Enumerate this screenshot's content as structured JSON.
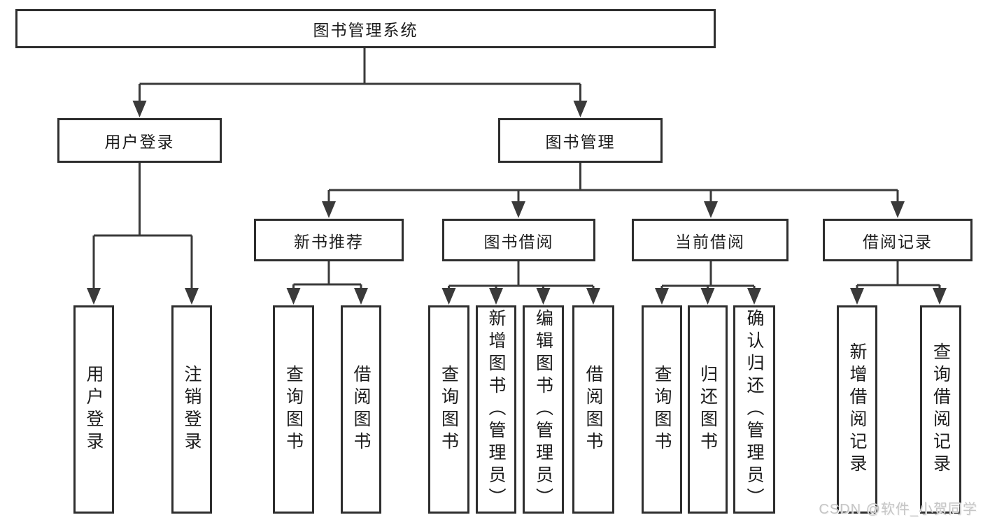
{
  "colors": {
    "line": "#3a3a3a",
    "box_border": "#2e2e2e",
    "box_fill": "#ffffff",
    "text": "#1c1c1c",
    "watermark": "#c6c6c6",
    "background": "#ffffff"
  },
  "nodes": {
    "root": {
      "label": "图书管理系统"
    },
    "level2": [
      {
        "label": "用户登录"
      },
      {
        "label": "图书管理"
      }
    ],
    "level3": [
      {
        "label": "新书推荐"
      },
      {
        "label": "图书借阅"
      },
      {
        "label": "当前借阅"
      },
      {
        "label": "借阅记录"
      }
    ],
    "leaves": [
      {
        "label": "用户登录"
      },
      {
        "label": "注销登录"
      },
      {
        "label": "查询图书"
      },
      {
        "label": "借阅图书"
      },
      {
        "label": "查询图书"
      },
      {
        "label": "新增图书（管理员）"
      },
      {
        "label": "编辑图书（管理员）"
      },
      {
        "label": "借阅图书"
      },
      {
        "label": "查询图书"
      },
      {
        "label": "归还图书"
      },
      {
        "label": "确认归还（管理员）"
      },
      {
        "label": "新增借阅记录"
      },
      {
        "label": "查询借阅记录"
      }
    ]
  },
  "structure": {
    "图书管理系统": {
      "用户登录": [
        "用户登录",
        "注销登录"
      ],
      "图书管理": {
        "新书推荐": [
          "查询图书",
          "借阅图书"
        ],
        "图书借阅": [
          "查询图书",
          "新增图书（管理员）",
          "编辑图书（管理员）",
          "借阅图书"
        ],
        "当前借阅": [
          "查询图书",
          "归还图书",
          "确认归还（管理员）"
        ],
        "借阅记录": [
          "新增借阅记录",
          "查询借阅记录"
        ]
      }
    }
  },
  "watermark": {
    "text": "CSDN @软件_小贺同学"
  }
}
